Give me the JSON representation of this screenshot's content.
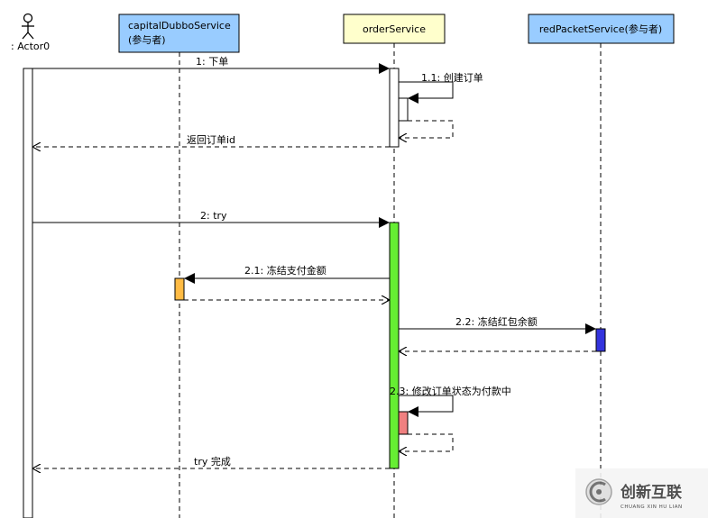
{
  "actor": {
    "label": ": Actor0"
  },
  "lifelines": {
    "capital": {
      "name": "capitalDubboService",
      "role": "(参与者)",
      "fill": "#99ccff"
    },
    "order": {
      "name": "orderService",
      "fill": "#ffffcc"
    },
    "redpacket": {
      "name": "redPacketService(参与者)",
      "fill": "#99ccff"
    }
  },
  "messages": {
    "m1": "1: 下单",
    "m1_1": "1.1: 创建订单",
    "r1": "返回订单id",
    "m2": "2: try",
    "m2_1": "2.1: 冻结支付金额",
    "m2_2": "2.2: 冻结红包余额",
    "m2_3": "2.3: 修改订单状态为付款中",
    "r2": "try 完成"
  },
  "activation_colors": {
    "order_try": "#66ee33",
    "capital": "#ffbb44",
    "redpacket": "#3333dd",
    "order_status": "#f08080"
  },
  "watermark": {
    "text": "创新互联",
    "sub": "CHUANG XIN HU LIAN"
  }
}
